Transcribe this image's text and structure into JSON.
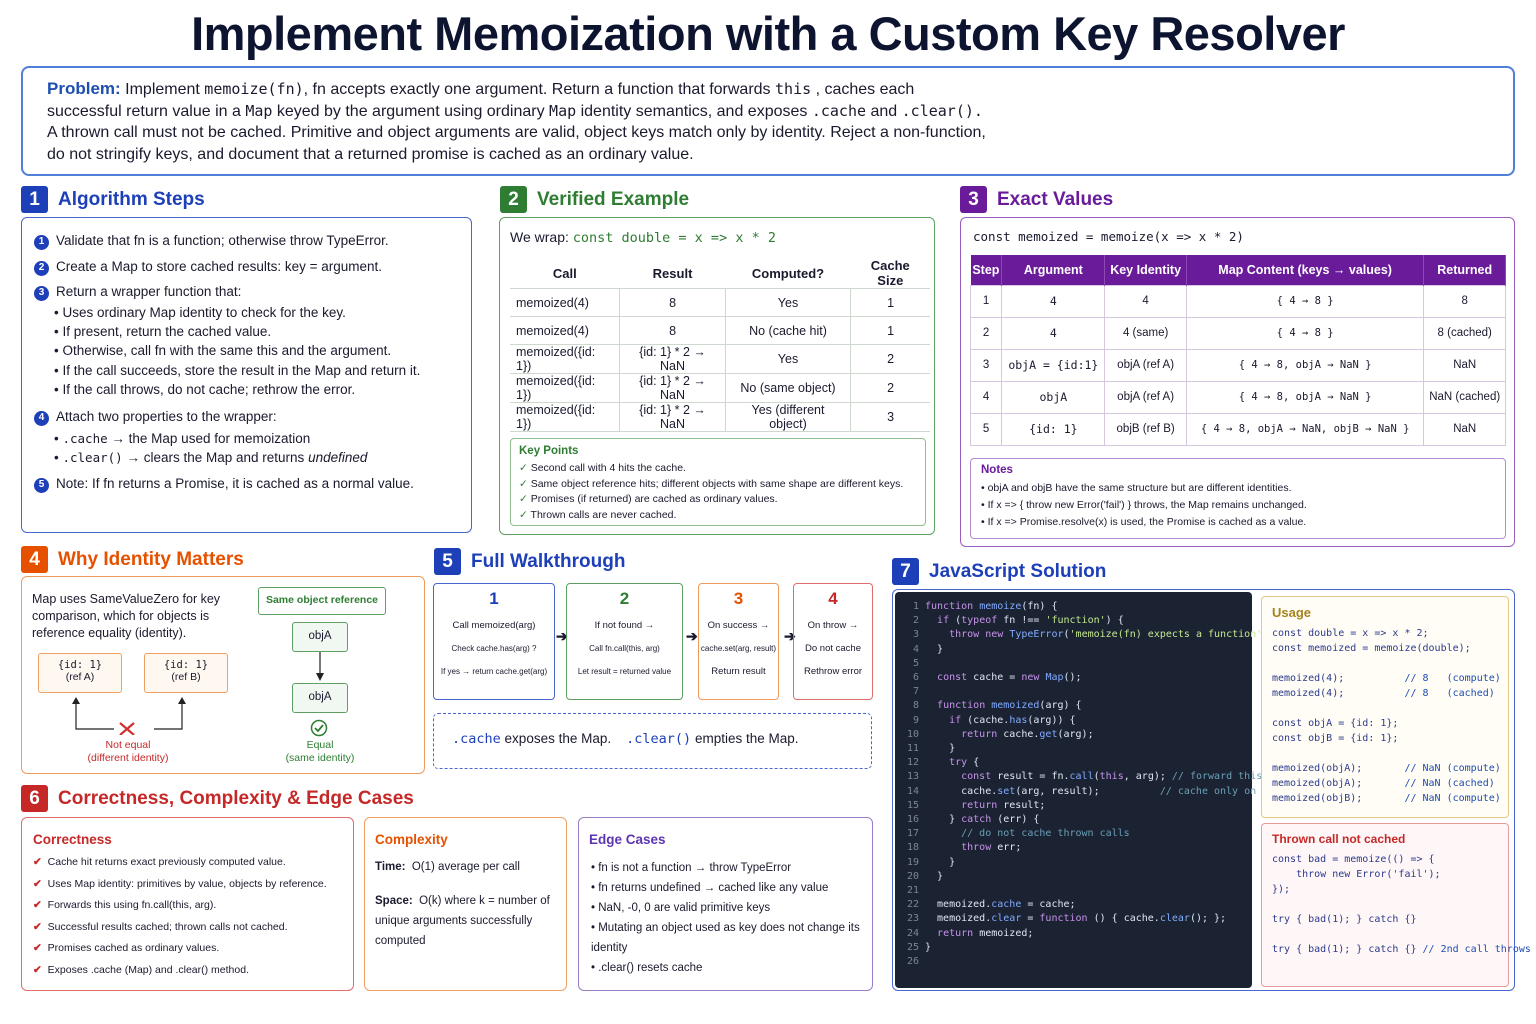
{
  "title": "Implement Memoization with a Custom Key Resolver",
  "problem": {
    "label": "Problem:",
    "line1a": "Implement",
    "line1b": "memoize(fn)",
    "line1c": ", fn accepts exactly one argument. Return a function that forwards",
    "line1d": "this",
    "line1e": ", caches each",
    "line2a": "successful return value in a",
    "line2b": "Map",
    "line2c": "keyed by the argument using ordinary",
    "line2d": "Map",
    "line2e": "identity semantics, and exposes",
    "line2f": ".cache",
    "line2g": "and",
    "line2h": ".clear().",
    "line3": "A thrown call must not be cached. Primitive and object arguments are valid, object keys match only by identity. Reject a non-function,",
    "line4": "do not stringify keys, and document that a returned promise is cached as an ordinary value."
  },
  "s1": {
    "num": "1",
    "title": "Algorithm Steps",
    "steps": [
      "Validate that fn is a function; otherwise throw TypeError.",
      "Create a Map to store cached results: key = argument.",
      "Return a wrapper function that:",
      "Attach two properties to the wrapper:",
      "Note: If fn returns a Promise, it is cached as a normal value."
    ],
    "sub3": [
      "Uses ordinary Map identity to check for the key.",
      "If present, return the cached value.",
      "Otherwise, call fn with the same this and the argument.",
      "If the call succeeds, store the result in the Map and return it.",
      "If the call throws, do not cache; rethrow the error."
    ],
    "sub4a_code": ".cache",
    "sub4a": "→ the Map used for memoization",
    "sub4b_code": ".clear()",
    "sub4b": "→ clears the Map and returns",
    "sub4b_em": "undefined"
  },
  "s2": {
    "num": "2",
    "title": "Verified Example",
    "wrap_label": "We wrap:",
    "wrap_code": "const double = x => x * 2",
    "headers": [
      "Call",
      "Result",
      "Computed?",
      "Cache Size"
    ],
    "rows": [
      [
        "memoized(4)",
        "8",
        "Yes",
        "1"
      ],
      [
        "memoized(4)",
        "8",
        "No (cache hit)",
        "1"
      ],
      [
        "memoized({id: 1})",
        "{id: 1} * 2 → NaN",
        "Yes",
        "2"
      ],
      [
        "memoized({id: 1})",
        "{id: 1} * 2 → NaN",
        "No (same object)",
        "2"
      ],
      [
        "memoized({id: 1})",
        "{id: 1} * 2 → NaN",
        "Yes (different object)",
        "3"
      ]
    ],
    "kp_title": "Key Points",
    "key_points": [
      "Second call with 4 hits the cache.",
      "Same object reference hits; different objects with same shape are different keys.",
      "Promises (if returned) are cached as ordinary values.",
      "Thrown calls are never cached."
    ]
  },
  "s3": {
    "num": "3",
    "title": "Exact Values",
    "code": "const memoized = memoize(x => x * 2)",
    "headers": [
      "Step",
      "Argument",
      "Key Identity",
      "Map Content (keys → values)",
      "Returned"
    ],
    "rows": [
      [
        "1",
        "4",
        "4",
        "{ 4 → 8 }",
        "8"
      ],
      [
        "2",
        "4",
        "4 (same)",
        "{ 4 → 8 }",
        "8 (cached)"
      ],
      [
        "3",
        "objA = {id:1}",
        "objA (ref A)",
        "{ 4 → 8, objA → NaN }",
        "NaN"
      ],
      [
        "4",
        "objA",
        "objA (ref A)",
        "{ 4 → 8, objA → NaN }",
        "NaN (cached)"
      ],
      [
        "5",
        "{id: 1}",
        "objB (ref B)",
        "{ 4 → 8, objA → NaN, objB → NaN }",
        "NaN"
      ]
    ],
    "notes_title": "Notes",
    "notes": [
      "objA and objB have the same structure but are different identities.",
      "If x => { throw new Error('fail') } throws, the Map remains unchanged.",
      "If x => Promise.resolve(x) is used, the Promise is cached as a value."
    ]
  },
  "s4": {
    "num": "4",
    "title": "Why Identity Matters",
    "text": "Map uses SameValueZero for key comparison, which for objects is reference equality (identity).",
    "objA_key": "{id: 1}",
    "objA_ref": "(ref A)",
    "objB_key": "{id: 1}",
    "objB_ref": "(ref B)",
    "not_equal": "Not equal",
    "not_equal_sub": "(different identity)",
    "same_ref": "Same object reference",
    "objA1": "objA",
    "objA2": "objA",
    "equal": "Equal",
    "equal_sub": "(same identity)"
  },
  "s5": {
    "num": "5",
    "title": "Full Walkthrough",
    "cards": [
      {
        "n": "1",
        "a": "Call memoized(arg)",
        "b": "Check cache.has(arg) ?",
        "c": "If yes → return cache.get(arg)"
      },
      {
        "n": "2",
        "a": "If not found →",
        "b": "Call fn.call(this, arg)",
        "c": "Let result = returned value"
      },
      {
        "n": "3",
        "a": "On success →",
        "b": "cache.set(arg, result)",
        "c": "Return result"
      },
      {
        "n": "4",
        "a": "On throw →",
        "b": "Do not cache",
        "c": "Rethrow error"
      }
    ],
    "foot_a": ".cache",
    "foot_b": "exposes the Map.",
    "foot_c": ".clear()",
    "foot_d": "empties the Map."
  },
  "s6": {
    "num": "6",
    "title": "Correctness, Complexity & Edge Cases",
    "corr_title": "Correctness",
    "correctness": [
      "Cache hit returns exact previously computed value.",
      "Uses Map identity: primitives by value, objects by reference.",
      "Forwards this using fn.call(this, arg).",
      "Successful results cached; thrown calls not cached.",
      "Promises cached as ordinary values.",
      "Exposes .cache (Map) and .clear() method."
    ],
    "comp_title": "Complexity",
    "time_label": "Time:",
    "time_val": "O(1) average per call",
    "space_label": "Space:",
    "space_val": "O(k) where k = number of unique arguments successfully computed",
    "edge_title": "Edge Cases",
    "edges": [
      "fn is not a function → throw TypeError",
      "fn returns undefined → cached like any value",
      "NaN, -0, 0 are valid primitive keys",
      "Mutating an object used as key does not change its identity",
      ".clear() resets cache"
    ]
  },
  "s7": {
    "num": "7",
    "title": "JavaScript Solution",
    "line_numbers": [
      "1",
      "2",
      "3",
      "4",
      "5",
      "6",
      "7",
      "8",
      "9",
      "10",
      "11",
      "12",
      "13",
      "14",
      "15",
      "16",
      "17",
      "18",
      "19",
      "20",
      "21",
      "22",
      "23",
      "24",
      "25",
      "26"
    ],
    "usage_title": "Usage",
    "thrown_title": "Thrown call not cached"
  }
}
